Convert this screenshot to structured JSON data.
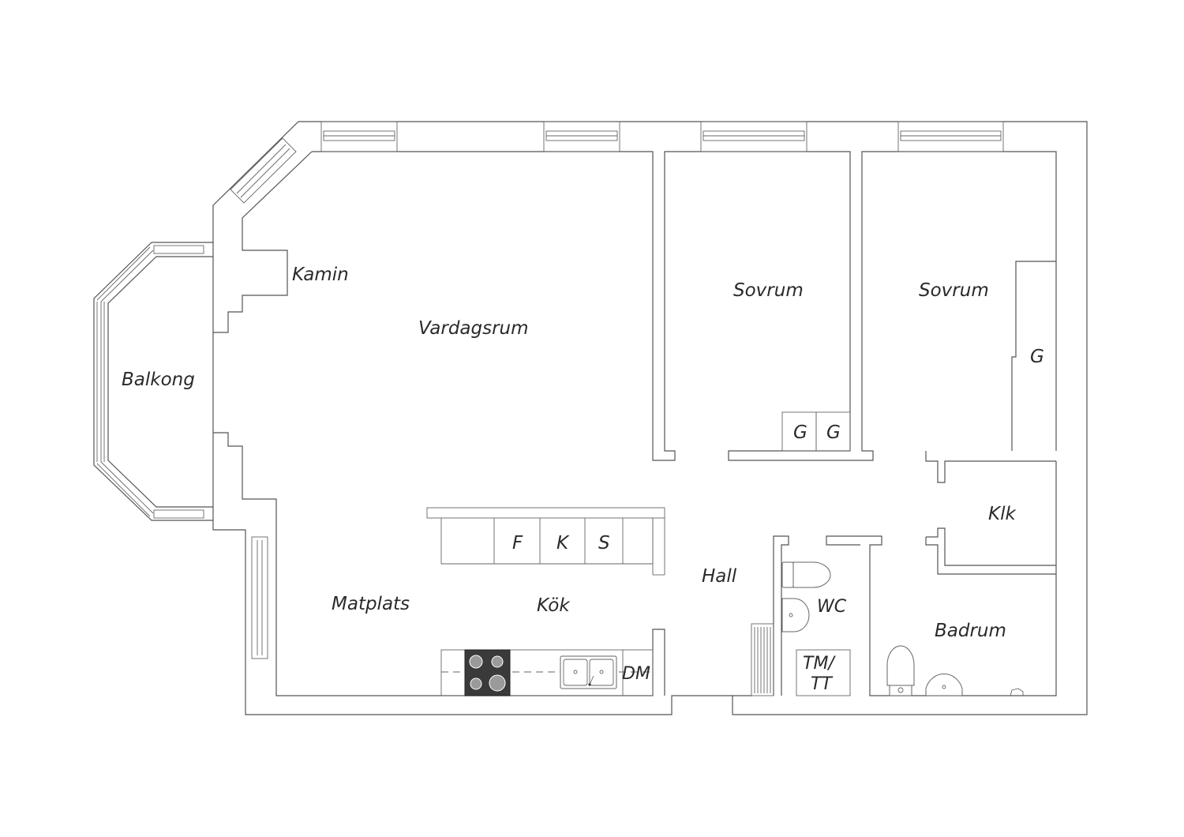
{
  "rooms": {
    "vardagsrum": "Vardagsrum",
    "kamin": "Kamin",
    "balkong": "Balkong",
    "sovrum_1": "Sovrum",
    "sovrum_2": "Sovrum",
    "wardrobe_1": "G",
    "wardrobe_2": "G",
    "wardrobe_3": "G",
    "klk": "Klk",
    "hall": "Hall",
    "matplats": "Matplats",
    "kok": "Kök",
    "wc": "WC",
    "badrum": "Badrum",
    "fridge": "F",
    "freezer_k": "K",
    "s_cabinet": "S",
    "dishwasher": "DM",
    "tm_line1": "TM/",
    "tm_line2": "TT"
  },
  "colors": {
    "wall": "#555555",
    "stove": "#3a3a3a",
    "text": "#2a2a2a"
  }
}
